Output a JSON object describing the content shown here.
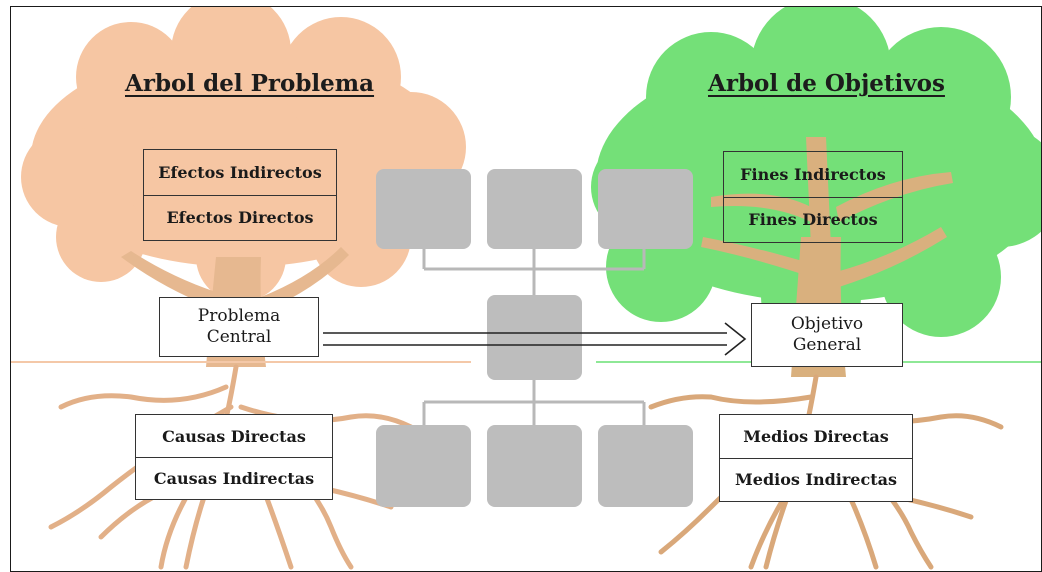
{
  "left_tree": {
    "title": "Arbol del Problema",
    "effects": [
      "Efectos Indirectos",
      "Efectos Directos"
    ],
    "central_line1": "Problema",
    "central_line2": "Central",
    "causes": [
      "Causas Directas",
      "Causas Indirectas"
    ]
  },
  "right_tree": {
    "title": "Arbol de Objetivos",
    "ends": [
      "Fines Indirectos",
      "Fines Directos"
    ],
    "objective_line1": "Objetivo",
    "objective_line2": "General",
    "means": [
      "Medios Directas",
      "Medios Indirectas"
    ]
  },
  "colors": {
    "problem_canopy": "#f6c6a3",
    "objective_canopy": "#74e078",
    "trunk": "#e6b890",
    "grey_node": "#bdbdbd",
    "connector": "#b8b8b8"
  }
}
